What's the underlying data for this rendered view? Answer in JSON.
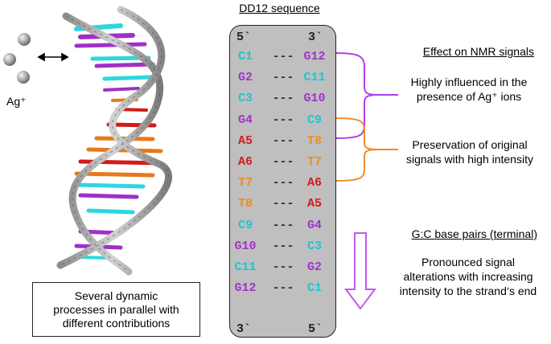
{
  "ion_label": "Ag⁺",
  "left_caption": [
    "Several dynamic",
    "processes in parallel with",
    "different contributions"
  ],
  "sequence_title": "DD12 sequence",
  "strand_ends": {
    "top_left": "5`",
    "top_right": "3`",
    "bottom_left": "3`",
    "bottom_right": "5`"
  },
  "dash": "---",
  "colors": {
    "C": "#1cc6d2",
    "G": "#a232c8",
    "A": "#d21c1c",
    "T": "#ef8c1e",
    "bracket_purple": "#b43cf0",
    "bracket_orange": "#f08c28",
    "arrow_purple": "#c45af0"
  },
  "pairs": [
    {
      "left": "C1",
      "right": "G12"
    },
    {
      "left": "G2",
      "right": "C11"
    },
    {
      "left": "C3",
      "right": "G10"
    },
    {
      "left": "G4",
      "right": "C9"
    },
    {
      "left": "A5",
      "right": "T8"
    },
    {
      "left": "A6",
      "right": "T7"
    },
    {
      "left": "T7",
      "right": "A6"
    },
    {
      "left": "T8",
      "right": "A5"
    },
    {
      "left": "C9",
      "right": "G4"
    },
    {
      "left": "G10",
      "right": "C3"
    },
    {
      "left": "C11",
      "right": "G2"
    },
    {
      "left": "G12",
      "right": "C1"
    }
  ],
  "right_panel": {
    "heading": "Effect on NMR signals",
    "influenced": [
      "Highly influenced in the",
      "presence of Ag⁺ ions"
    ],
    "preservation": [
      "Preservation of original",
      "signals with high intensity"
    ],
    "gc_heading": "G:C base pairs (terminal)",
    "gc_text": [
      "Pronounced signal",
      "alterations with increasing",
      "intensity to the strand‘s end"
    ]
  }
}
